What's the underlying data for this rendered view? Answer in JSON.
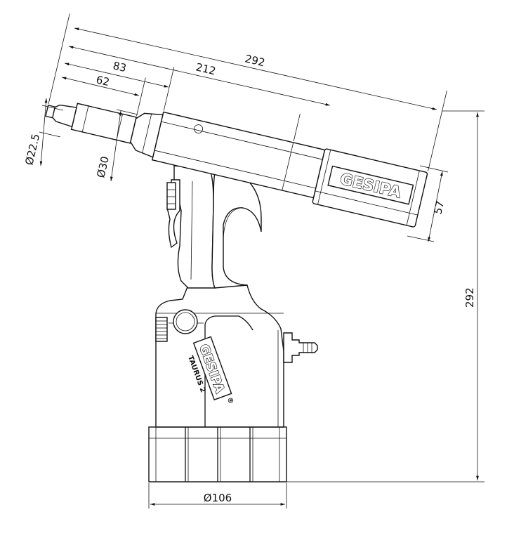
{
  "dimensions": {
    "overall_length": "292",
    "length_212": "212",
    "length_83": "83",
    "length_62": "62",
    "nose_dia_small": "Ø22.5",
    "nose_dia_30": "Ø30",
    "cylinder_dia": "57",
    "overall_height": "292",
    "base_dia": "Ø106"
  },
  "branding": {
    "head_logo": "GESIPA",
    "body_logo": "GESIPA",
    "model": "TAURUS 2",
    "registered": "®"
  },
  "icons": [
    "drawing-line-art"
  ]
}
